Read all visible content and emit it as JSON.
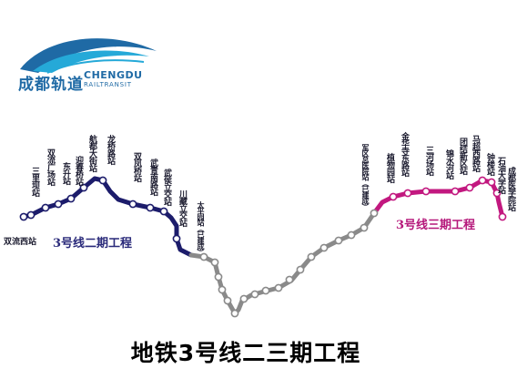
{
  "logo": {
    "name_cn": "成都轨道",
    "name_en": "CHENGDU",
    "subtitle_en": "RAILTRANSIT",
    "colors": [
      "#1f6aa5",
      "#25a9d8"
    ]
  },
  "title": "地铁3号线二三期工程",
  "phase2_label": "3号线二期工程",
  "phase3_label": "3号线三期工程",
  "colors": {
    "phase2_line": "#1c1c6b",
    "middle_line": "#8a8a8a",
    "phase3_line": "#c2187f",
    "station_fill": "#ffffff"
  },
  "stations": [
    {
      "name": "双流西站",
      "segment": "phase2"
    },
    {
      "name": "三里坝站",
      "segment": "phase2"
    },
    {
      "name": "双流广场站",
      "segment": "phase2"
    },
    {
      "name": "东升站",
      "segment": "phase2"
    },
    {
      "name": "迎春桥站",
      "segment": "phase2"
    },
    {
      "name": "航都大街站",
      "segment": "phase2"
    },
    {
      "name": "龙桥路站",
      "segment": "phase2"
    },
    {
      "name": "双凤桥站",
      "segment": "phase2"
    },
    {
      "name": "武青南路站",
      "segment": "phase2"
    },
    {
      "name": "武侯立交站",
      "segment": "phase2"
    },
    {
      "name": "川藏立交站",
      "segment": "phase2"
    },
    {
      "name": "太平园站（已建成）",
      "segment": "middle"
    },
    {
      "name": "军区总医院站（已建成）",
      "segment": "middle"
    },
    {
      "name": "植物园站",
      "segment": "phase3"
    },
    {
      "name": "金华寺东路站",
      "segment": "phase3"
    },
    {
      "name": "三河场站",
      "segment": "phase3"
    },
    {
      "name": "锦水河站",
      "segment": "phase3"
    },
    {
      "name": "团结新区站",
      "segment": "phase3"
    },
    {
      "name": "马超西路站",
      "segment": "phase3"
    },
    {
      "name": "钟楼站",
      "segment": "phase3"
    },
    {
      "name": "石油大学站",
      "segment": "phase3"
    },
    {
      "name": "成都医学院站",
      "segment": "phase3"
    }
  ]
}
